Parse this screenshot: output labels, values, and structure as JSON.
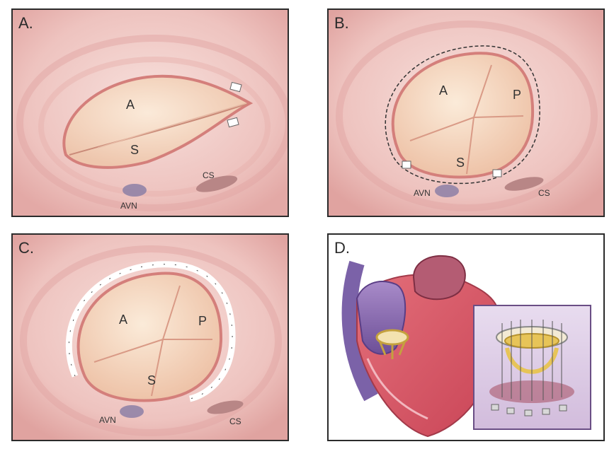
{
  "panels": {
    "a": {
      "label": "A.",
      "leaflets": [
        "A",
        "S"
      ],
      "landmarks": [
        "AVN",
        "CS"
      ]
    },
    "b": {
      "label": "B.",
      "leaflets": [
        "A",
        "P",
        "S"
      ],
      "landmarks": [
        "AVN",
        "CS"
      ]
    },
    "c": {
      "label": "C.",
      "leaflets": [
        "A",
        "P",
        "S"
      ],
      "landmarks": [
        "AVN",
        "CS"
      ]
    },
    "d": {
      "label": "D."
    }
  },
  "colors": {
    "tissue": "#f1c9c4",
    "leaflet": "#f6dcc6",
    "annulus": "#d9837f",
    "landmark": "#8c7fa6",
    "prosthesis": "#d6b24a"
  }
}
